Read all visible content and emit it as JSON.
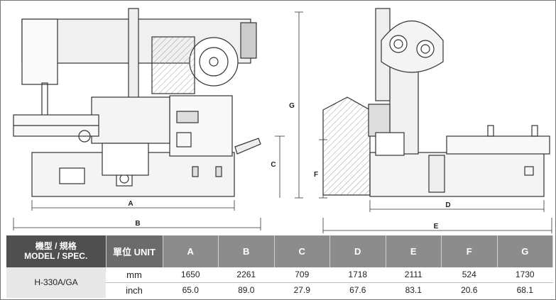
{
  "dimension_labels": {
    "A": "A",
    "B": "B",
    "C": "C",
    "D": "D",
    "E": "E",
    "F": "F",
    "G": "G"
  },
  "table": {
    "model_header_line1": "機型 / 規格",
    "model_header_line2": "MODEL / SPEC.",
    "unit_header": "單位 UNIT",
    "columns": [
      "A",
      "B",
      "C",
      "D",
      "E",
      "F",
      "G"
    ],
    "model": "H-330A/GA",
    "rows": [
      {
        "unit": "mm",
        "values": [
          "1650",
          "2261",
          "709",
          "1718",
          "2111",
          "524",
          "1730"
        ]
      },
      {
        "unit": "inch",
        "values": [
          "65.0",
          "89.0",
          "27.9",
          "67.6",
          "83.1",
          "20.6",
          "68.1"
        ]
      }
    ]
  },
  "colors": {
    "header_model": "#4f4f4f",
    "header_unit": "#6b6b6b",
    "header_col": "#8c8c8c",
    "line": "#333333"
  }
}
